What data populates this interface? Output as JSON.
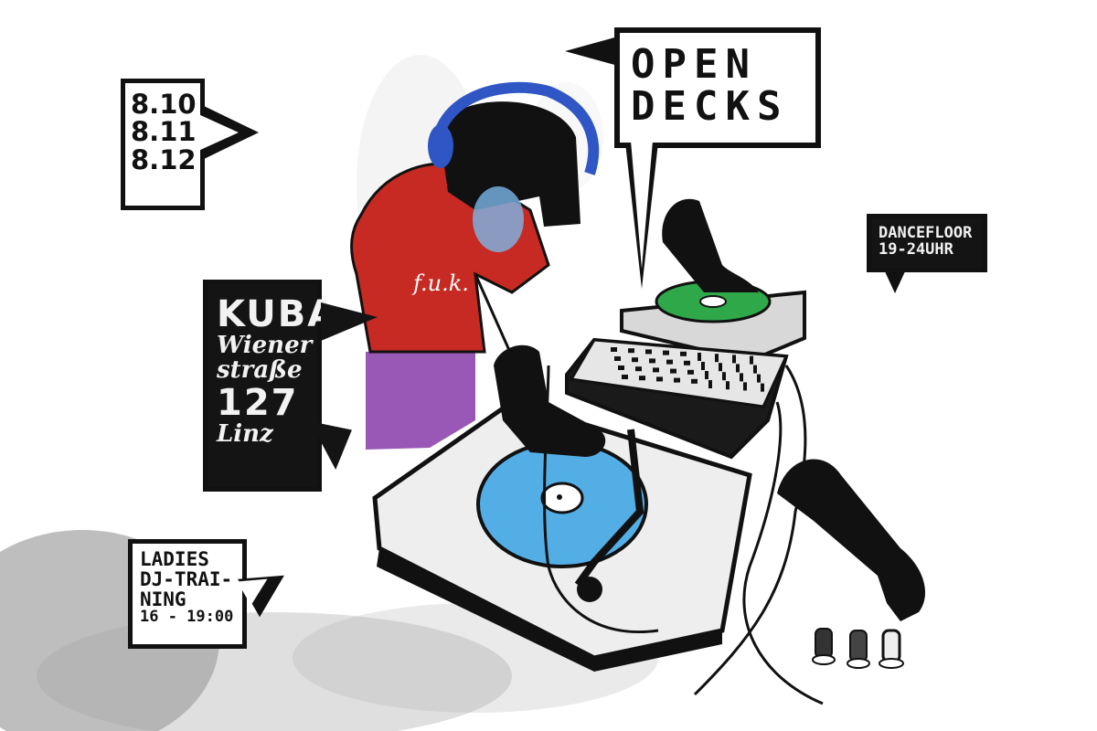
{
  "illustration": {
    "palette": {
      "shirt": "#c62a22",
      "pants": "#8e45ae",
      "headphones": "#2f56c4",
      "record_blue": "#53aee6",
      "record_green": "#2fa84a",
      "ink": "#111111"
    },
    "icons": [
      "dj-figure",
      "turntable",
      "mixer",
      "vinyl-record",
      "headphones",
      "hand",
      "knob"
    ]
  },
  "bubbles": {
    "dates": {
      "lines": [
        "8.10",
        "8.11",
        "8.12"
      ]
    },
    "open_decks": {
      "lines": [
        "OPEN",
        "DECKS"
      ]
    },
    "dancefloor": {
      "lines": [
        "DANCEFLOOR",
        "19-24UHR"
      ]
    },
    "venue": {
      "lines": [
        "KUBA",
        "Wiener",
        "straße",
        "127",
        "Linz"
      ]
    },
    "ladies": {
      "lines": [
        "LADIES",
        "DJ-TRAI-",
        "NING",
        "16 - 19:00"
      ]
    }
  },
  "shirt_text": "f.u.k."
}
